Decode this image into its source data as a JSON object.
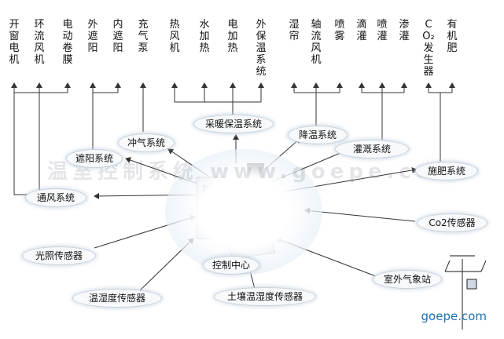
{
  "outputs": [
    {
      "id": "kaichuang",
      "text": "开窗电机"
    },
    {
      "id": "huanliu",
      "text": "环流风机"
    },
    {
      "id": "diandong",
      "text": "电动卷膜"
    },
    {
      "id": "waizheyang",
      "text": "外遮阳"
    },
    {
      "id": "neizheyang",
      "text": "内遮阳"
    },
    {
      "id": "chongqi",
      "text": "充气泵"
    },
    {
      "id": "refeng",
      "text": "热风机"
    },
    {
      "id": "shuijia",
      "text": "水加热"
    },
    {
      "id": "dianjia",
      "text": "电加热"
    },
    {
      "id": "waibao",
      "text": "外保温系统"
    },
    {
      "id": "shilian",
      "text": "湿帘"
    },
    {
      "id": "zhouliu",
      "text": "轴流风机"
    },
    {
      "id": "penwu",
      "text": "喷雾"
    },
    {
      "id": "diguan",
      "text": "滴灌"
    },
    {
      "id": "penguan",
      "text": "喷灌"
    },
    {
      "id": "shenguan",
      "text": "渗灌"
    },
    {
      "id": "co2",
      "text": "CO₂发生器"
    },
    {
      "id": "youjifei",
      "text": "有机肥"
    }
  ],
  "systems": {
    "cainuan": "采暖保温系统",
    "jiangwen": "降温系统",
    "chongqi_sys": "冲气系统",
    "zheyang": "遮阳系统",
    "guangai": "灌溉系统",
    "shifei": "施肥系统",
    "tongfeng": "通风系统",
    "center": "控制中心"
  },
  "sensors": {
    "co2": "Co2传感器",
    "guangzhao": "光照传感器",
    "wenshidu": "温湿度传感器",
    "turang": "土壤温湿度传感器",
    "qixiang": "室外气象站"
  },
  "watermark": "温室控制系统 www.goepe.com",
  "brand": "goepe.com",
  "colors": {
    "wire": "#333333",
    "oval_border": "#c9d3dc",
    "brand": "#1f6fb3"
  }
}
